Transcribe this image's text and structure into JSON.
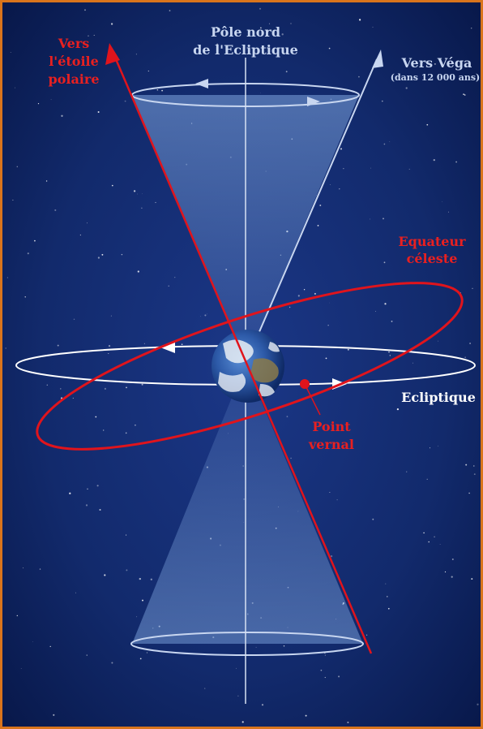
{
  "labels": {
    "pole_north_line1": "Pôle nord",
    "pole_north_line2": "de l'Ecliptique",
    "toward_polaris_line1": "Vers",
    "toward_polaris_line2": "l'étoile",
    "toward_polaris_line3": "polaire",
    "toward_vega": "Vers Véga",
    "toward_vega_note": "(dans 12 000 ans)",
    "celestial_equator_line1": "Equateur",
    "celestial_equator_line2": "céleste",
    "ecliptic": "Ecliptique",
    "vernal_point_line1": "Point",
    "vernal_point_line2": "vernal"
  },
  "colors": {
    "background": "#0a1a4e",
    "frame": "#d9741c",
    "red_axis": "#e0141c",
    "white": "#ffffff",
    "pale_blue": "#c8d6f0",
    "label_red": "#e82020"
  },
  "icons": {
    "earth": "earth-globe-icon",
    "vernal_point": "red-dot-marker"
  }
}
